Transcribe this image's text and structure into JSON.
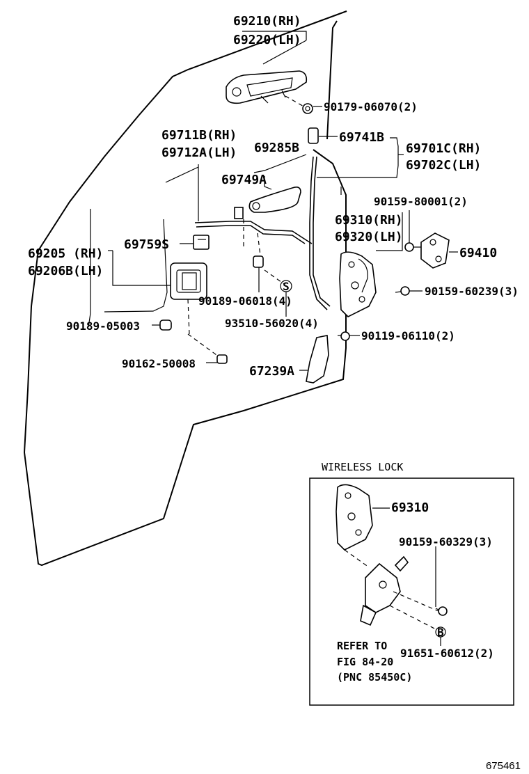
{
  "labels": {
    "p69210": "69210(RH)",
    "p69220": "69220(LH)",
    "p90179": "90179-06070(2)",
    "p69741": "69741B",
    "p69701": "69701C(RH)",
    "p69702": "69702C(LH)",
    "p69711": "69711B(RH)",
    "p69712": "69712A(LH)",
    "p69285": "69285B",
    "p69749": "69749A",
    "p90159a": "90159-80001(2)",
    "p69310rh": "69310(RH)",
    "p69320": "69320(LH)",
    "p69205": "69205  (RH)",
    "p69206": "69206B(LH)",
    "p69759": "69759S",
    "p69410": "69410",
    "p90159b": "90159-60239(3)",
    "p90189a": "90189-06018(4)",
    "p93510": "93510-56020(4)",
    "p90189b": "90189-05003",
    "p90119": "90119-06110(2)",
    "p90162": "90162-50008",
    "p67239": "67239A",
    "symbol_s": "S",
    "symbol_b": "B"
  },
  "wireless_box": {
    "title": "WIRELESS LOCK",
    "p69310": "69310",
    "p90159": "90159-60329(3)",
    "p91651": "91651-60612(2)",
    "refer1": "REFER TO",
    "refer2": "FIG 84-20",
    "refer3": "(PNC 85450C)"
  },
  "figure_code": "675461"
}
